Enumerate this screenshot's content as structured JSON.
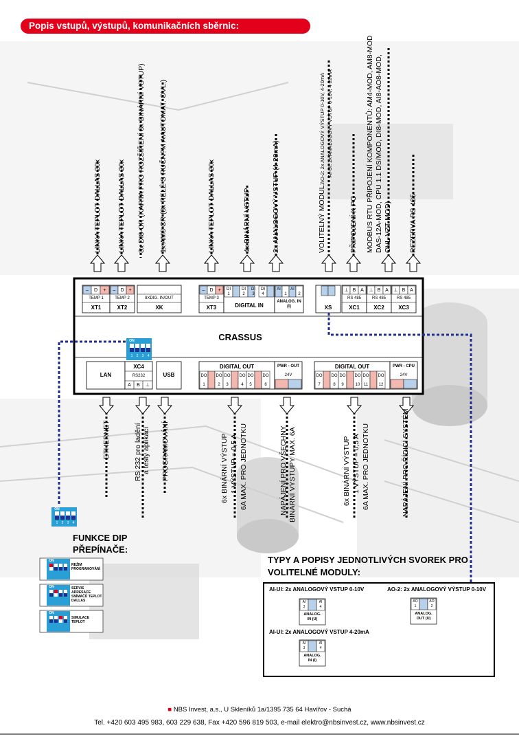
{
  "header": {
    "title": "Popis vstupů, výstupů, komunikačních sběrnic:"
  },
  "device": {
    "name": "CRASSUS"
  },
  "top_connectors": [
    {
      "id": "xt1",
      "name": "XT1",
      "sub": "TEMP 1",
      "pins": [
        "–",
        "D",
        "+"
      ],
      "label": "LINKA TEPLOT DALLAS 20x"
    },
    {
      "id": "xt2",
      "name": "XT2",
      "sub": "TEMP 2",
      "pins": [
        "–",
        "D",
        "+"
      ],
      "label": "LINKA TEPLOT DALLAS 20x"
    },
    {
      "id": "xk",
      "name": "XK",
      "sub": "8XDIG. IN/OUT",
      "pins": [],
      "label1": "8x DI8-CR (KARTA PRO ROZŠÍŘENÍ 8x BINÁRNÍ VSTUP)",
      "label2": "1x AM8 CR (8x RELÉ S RUČN?M A AUTOMAT. OVL.)"
    },
    {
      "id": "xt3",
      "name": "XT3",
      "sub": "TEMP 3",
      "pins": [
        "–",
        "D",
        "+"
      ],
      "label": "LINKA TEPLOT DALLAS 20x"
    },
    {
      "id": "di",
      "name": "DIGITAL IN",
      "pins": [
        "DI",
        "DI",
        "DI",
        "DI"
      ],
      "nums": [
        "1",
        "2",
        "3",
        "4"
      ],
      "label": "4x BINÁRNÍ VSTUP"
    },
    {
      "id": "ai",
      "name": "ANALOG. IN (I)",
      "pins": [
        "AI",
        "AI"
      ],
      "nums": [
        "1",
        "2"
      ],
      "label": "2x ANALOGOVÝ VSTUP (4-20mA)"
    },
    {
      "id": "xs",
      "name": "XS",
      "label_main": "VOLITELNÝ MODUL:",
      "label_a": "AO-2: 2x ANALOGOVÝ VÝSTUP 0-10V, 4-20mA",
      "label_b": "AI-UI: 2x ANALOGOVÝ VSTUP 0-10V, 4-20mA"
    },
    {
      "id": "xc1",
      "name": "XC1",
      "sub": "RS 485",
      "pins": [
        "⊥",
        "B",
        "A"
      ],
      "label": "PŘIPOJENÍ K PC"
    },
    {
      "id": "xc2",
      "name": "XC2",
      "sub": "RS 485",
      "pins": [
        "⊥",
        "B",
        "A"
      ],
      "label1": "MODBUS RTU PŘIPOJENÍ KOMPONENTŮ: AM4-MOD, AM8-MOD",
      "label2": "DAS-12A-MOD, CPU 1.1 DS/MOD, DI8-MOD, AI8-AO8-MOD,",
      "label3": "OVL-VZT-MOD)"
    },
    {
      "id": "xc3",
      "name": "XC3",
      "sub": "RS 485",
      "pins": [
        "⊥",
        "B",
        "A"
      ],
      "label": "REZERVA RS 485"
    }
  ],
  "bottom_connectors": {
    "lan": {
      "name": "LAN",
      "label": "ETHERNET"
    },
    "xc4": {
      "name": "XC4",
      "sub": "RS232",
      "pins": [
        "A",
        "B",
        "⊥"
      ],
      "label1": "RS 232 pro ladění",
      "label2": "a testy aplikací"
    },
    "usb": {
      "name": "USB",
      "label": "PROGRAMOVÁNÍ"
    },
    "do1": {
      "name": "DIGITAL OUT",
      "nums": [
        "1",
        "2",
        "3",
        "4",
        "5",
        "6"
      ],
      "pin": "DO",
      "label1": "6x BINÁRNÍ VÝSTUP",
      "label2": "1 VÝSTUP = 0,5 A",
      "label3": "6A MAX. PRO JEDNOTKU"
    },
    "pwr_out": {
      "name": "PWR - OUT",
      "volt": "24V",
      "label1": "NAPÁJENÍ PRO VŠECHNY",
      "label2": "BINÁRNÍ VÝSTUPY MAX. 6A"
    },
    "do2": {
      "name": "DIGITAL OUT",
      "nums": [
        "7",
        "8",
        "9",
        "10",
        "11",
        "12"
      ],
      "pin": "DO",
      "label1": "6x BINÁRNÍ VÝSTUP",
      "label2": "1 VÝSTUP = 0,5 A",
      "label3": "6A MAX. PRO JEDNOTKU"
    },
    "pwr_cpu": {
      "name": "PWR - CPU",
      "volt": "24V",
      "label": "NAPÁJENÍ PRO ŘÍDICÍ SYSTÉM"
    }
  },
  "dip": {
    "title_line1": "FUNKCE DIP",
    "title_line2": "PŘEPÍNAČE:",
    "on": "ON",
    "nums": [
      "1",
      "2",
      "3",
      "4"
    ],
    "items": [
      {
        "text": "REŽIM PROGRAMOVÁNÍ"
      },
      {
        "text": "SERVIS ADRESACE SNÍMAČŮ TEPLOT DALLAS"
      },
      {
        "text": "SIMULACE TEPLOT"
      }
    ]
  },
  "modules": {
    "title_line1": "TYPY A POPISY JEDNOTLIVÝCH SVOREK PRO",
    "title_line2": "VOLITELNÉ MODULY:",
    "ai_ui_v": {
      "title": "AI-UI: 2x ANALOGOVÝ VSTUP 0-10V",
      "pins": [
        "AI",
        "AI"
      ],
      "nums": [
        "3",
        "4"
      ],
      "name": "ANALOG. IN (U)"
    },
    "ao2": {
      "title": "AO-2: 2x ANALOGOVÝ VÝSTUP 0-10V",
      "pins": [
        "AO",
        "AO"
      ],
      "nums": [
        "1",
        "2"
      ],
      "name": "ANALOG. OUT (U)"
    },
    "ai_ui_i": {
      "title": "AI-UI: 2x ANALOGOVÝ VSTUP 4-20mA",
      "pins": [
        "AI",
        "AI"
      ],
      "nums": [
        "3",
        "4"
      ],
      "name": "ANALOG. IN (I)"
    }
  },
  "footer": {
    "line1": "NBS Invest, a.s., U Skleníků 1a/1395 735 64 Havířov - Suchá",
    "line2": "Tel. +420 603 495 983, 603 229 638, Fax +420 596 819 503, e-mail elektro@nbsinvest.cz,  www.nbsinvest.cz"
  },
  "colors": {
    "red": "#e3001b",
    "blue": "#1e2f8f",
    "dip_blue": "#2a9fd6",
    "pin_red": "#f2b8b0",
    "pin_blue": "#b8d0ea"
  }
}
